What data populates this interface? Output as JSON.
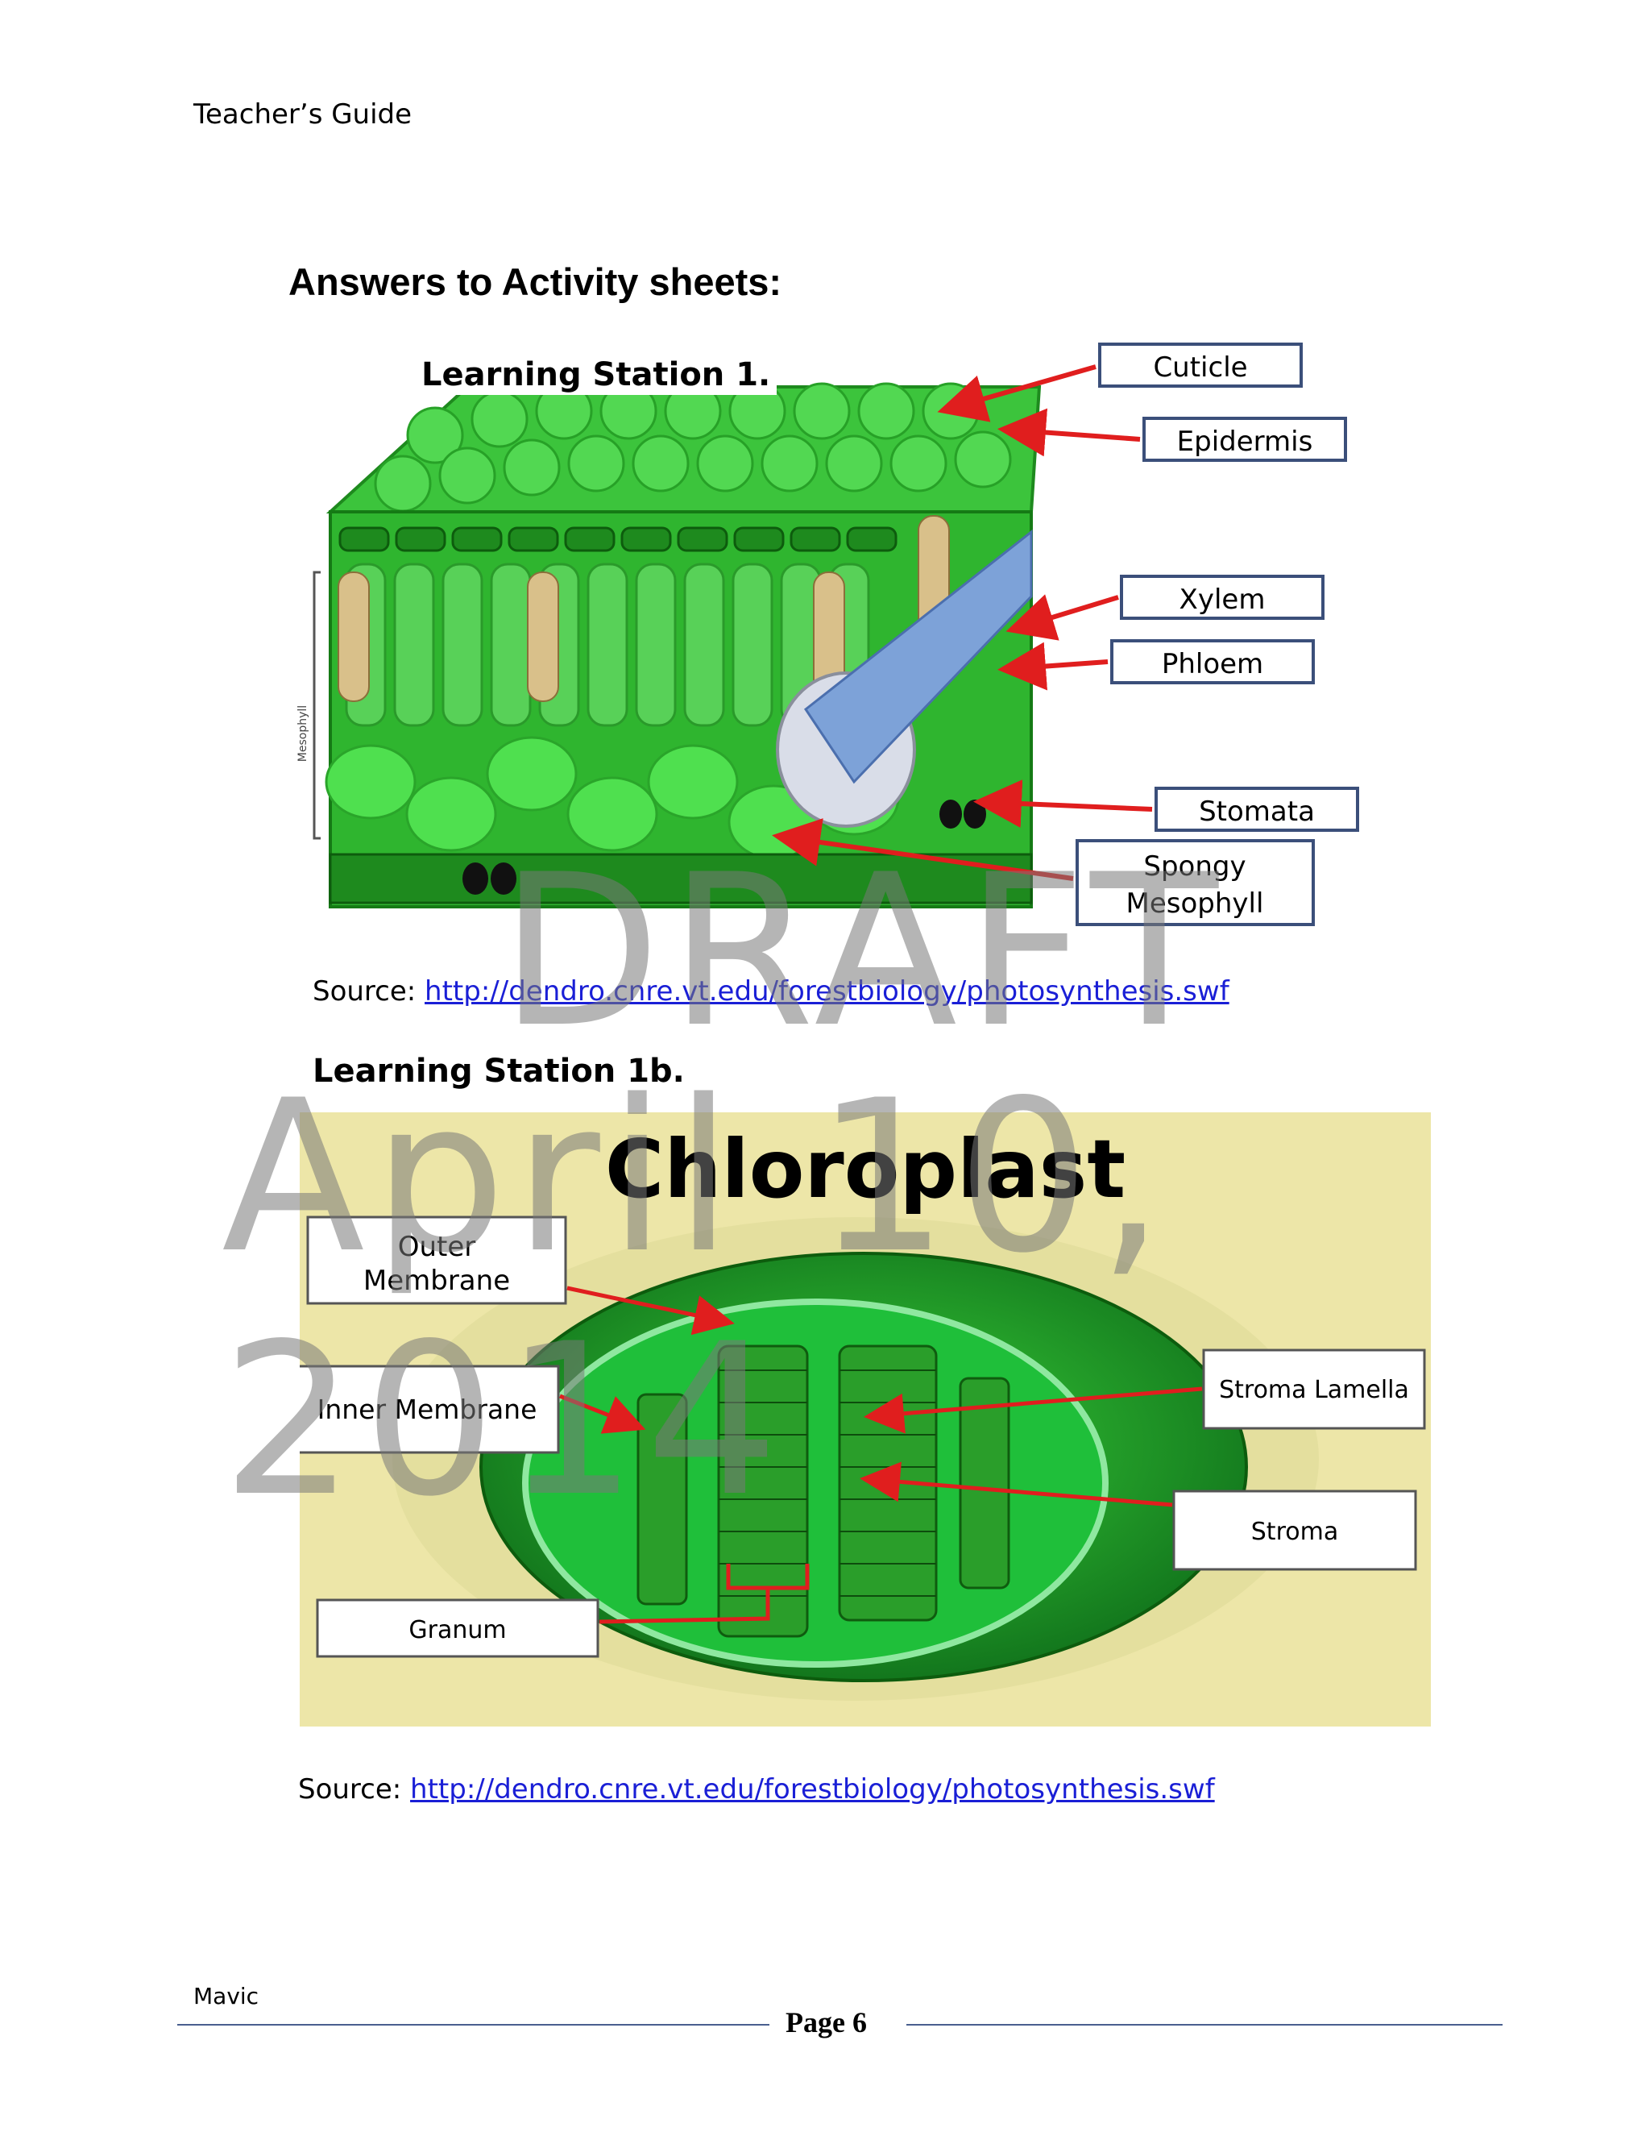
{
  "header": {
    "guide_title": "Teacher’s Guide"
  },
  "page_heading": "Answers to Activity sheets:",
  "station1": {
    "label": "Learning Station 1.",
    "labels": {
      "cuticle": "Cuticle",
      "epidermis": "Epidermis",
      "xylem": "Xylem",
      "phloem": "Phloem",
      "stomata": "Stomata",
      "spongy_line1": "Spongy",
      "spongy_line2": "Mesophyll",
      "side_label": "Mesophyll"
    },
    "source_prefix": "Source: ",
    "source_url": "http://dendro.cnre.vt.edu/forestbiology/photosynthesis.swf"
  },
  "station1b": {
    "label": "Learning Station 1b.",
    "title": "Chloroplast",
    "labels": {
      "outer_line1": "Outer",
      "outer_line2": "Membrane",
      "inner": "Inner Membrane",
      "stroma_lamella": "Stroma Lamella",
      "stroma": "Stroma",
      "granum": "Granum"
    },
    "source_prefix": "Source: ",
    "source_url": "http://dendro.cnre.vt.edu/forestbiology/photosynthesis.swf"
  },
  "watermark": {
    "line1": "DRAFT",
    "line2": "April 10, 2014"
  },
  "footer": {
    "name": "Mavic",
    "page": "Page 6"
  },
  "colors": {
    "arrow": "#e01e1e",
    "leaf_green": "#3cc43c",
    "link": "#1a1fd6",
    "chloro_bg": "#ede6a8"
  }
}
